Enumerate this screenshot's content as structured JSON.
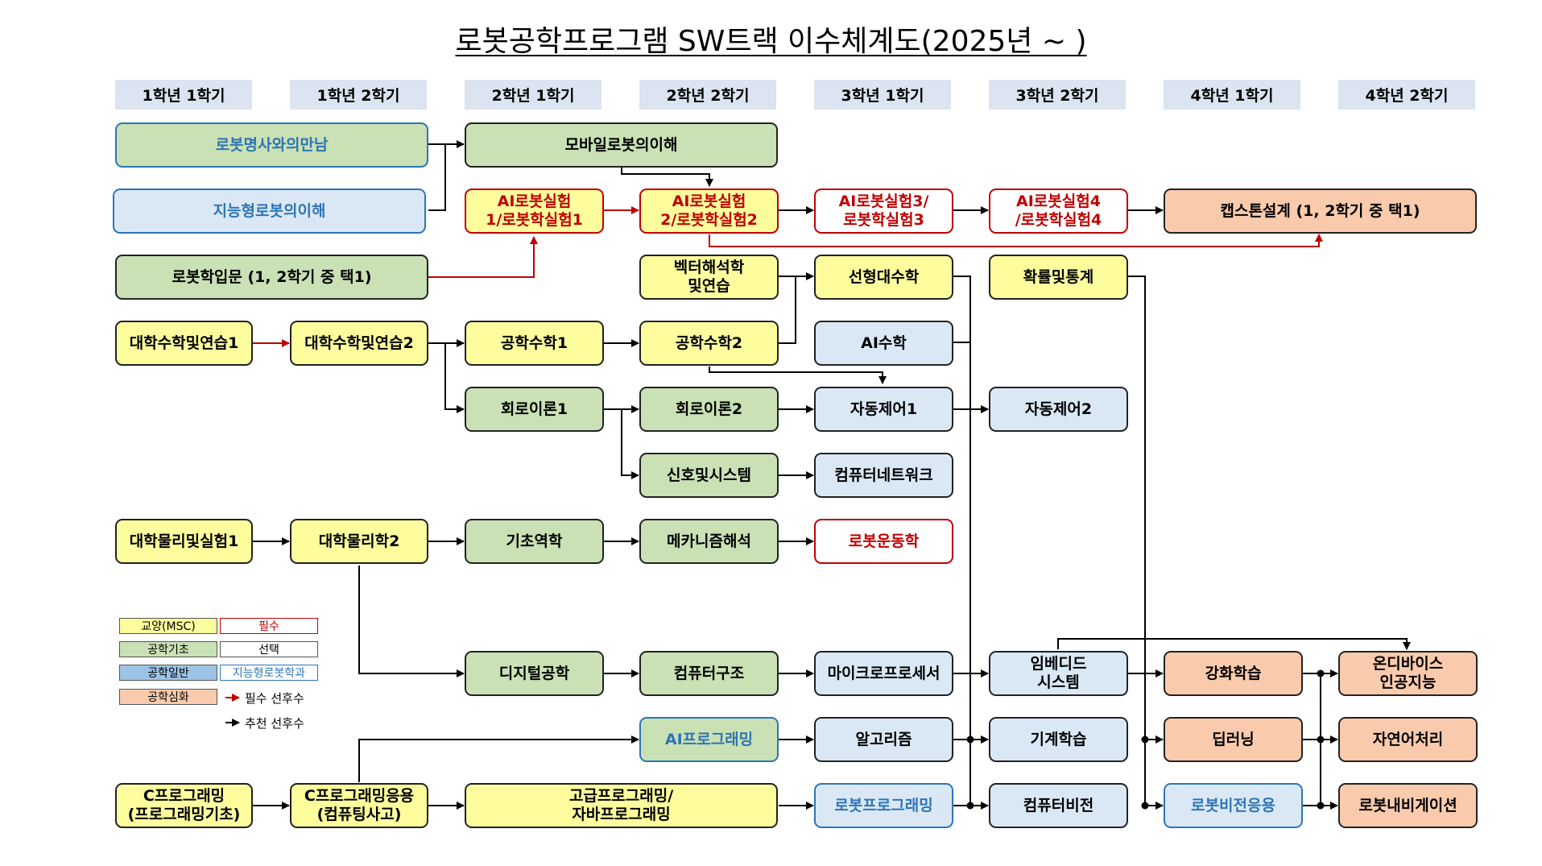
{
  "title": "로봇공학프로그램 SW트랙 이수체계도(2025년 ~   )",
  "semesters": [
    "1학년 1학기",
    "1학년 2학기",
    "2학년 1학기",
    "2학년 2학기",
    "3학년 1학기",
    "3학년 2학기",
    "4학년 1학기",
    "4학년 2학기"
  ],
  "courses": {
    "meet_robot_masters": "로봇명사와의만남",
    "understand_intelligent_robot": "지능형로봇의이해",
    "intro_robotics": "로봇학입문 (1, 2학기 중 택1)",
    "calculus1": "대학수학및연습1",
    "calculus2": "대학수학및연습2",
    "physics1": "대학물리및실험1",
    "physics2": "대학물리학2",
    "c_programming": "C프로그래밍\n(프로그래밍기초)",
    "c_programming_app": "C프로그래밍응용\n(컴퓨팅사고)",
    "mobile_robot": "모바일로봇의이해",
    "ai_robot_lab1": "AI로봇실험\n1/로봇학실험1",
    "engineering_math1": "공학수학1",
    "circuit1": "회로이론1",
    "basic_mechanics": "기초역학",
    "digital_engineering": "디지털공학",
    "advanced_programming": "고급프로그래밍/\n자바프로그래밍",
    "ai_robot_lab2": "AI로봇실험\n2/로봇학실험2",
    "vector_analysis": "벡터해석학\n및연습",
    "engineering_math2": "공학수학2",
    "circuit2": "회로이론2",
    "signals_systems": "신호및시스템",
    "mechanism_analysis": "메카니즘해석",
    "computer_architecture": "컴퓨터구조",
    "ai_programming": "AI프로그래밍",
    "ai_robot_lab3": "AI로봇실험3/\n로봇학실험3",
    "linear_algebra": "선형대수학",
    "ai_math": "AI수학",
    "automatic_control1": "자동제어1",
    "computer_network": "컴퓨터네트워크",
    "robot_kinematics": "로봇운동학",
    "microprocessor": "마이크로프로세서",
    "algorithm": "알고리즘",
    "robot_programming": "로봇프로그래밍",
    "ai_robot_lab4": "AI로봇실험4\n/로봇학실험4",
    "probability_statistics": "확률및통계",
    "automatic_control2": "자동제어2",
    "embedded_system": "임베디드\n시스템",
    "machine_learning": "기계학습",
    "computer_vision": "컴퓨터비전",
    "capstone": "캡스톤설계 (1, 2학기 중 택1)",
    "reinforcement_learning": "강화학습",
    "deep_learning": "딥러닝",
    "robot_vision_app": "로봇비전응용",
    "on_device_ai": "온디바이스\n인공지능",
    "nlp": "자연어처리",
    "robot_navigation": "로봇내비게이션"
  },
  "legend": {
    "liberal": "교양(MSC)",
    "required": "필수",
    "eng_basic": "공학기초",
    "elective": "선택",
    "eng_general": "공학일반",
    "dept": "지능형로봇학과",
    "eng_advanced": "공학심화",
    "required_prereq": "필수 선후수",
    "recommended_prereq": "추천 선후수"
  },
  "colors": {
    "liberal": "#fdfd9e",
    "eng_basic": "#c9e1b4",
    "eng_general": "#dae8f6",
    "eng_advanced": "#f9cbac",
    "required": "#c00000",
    "dept": "#2e75b6",
    "header": "#dbe4f0"
  }
}
